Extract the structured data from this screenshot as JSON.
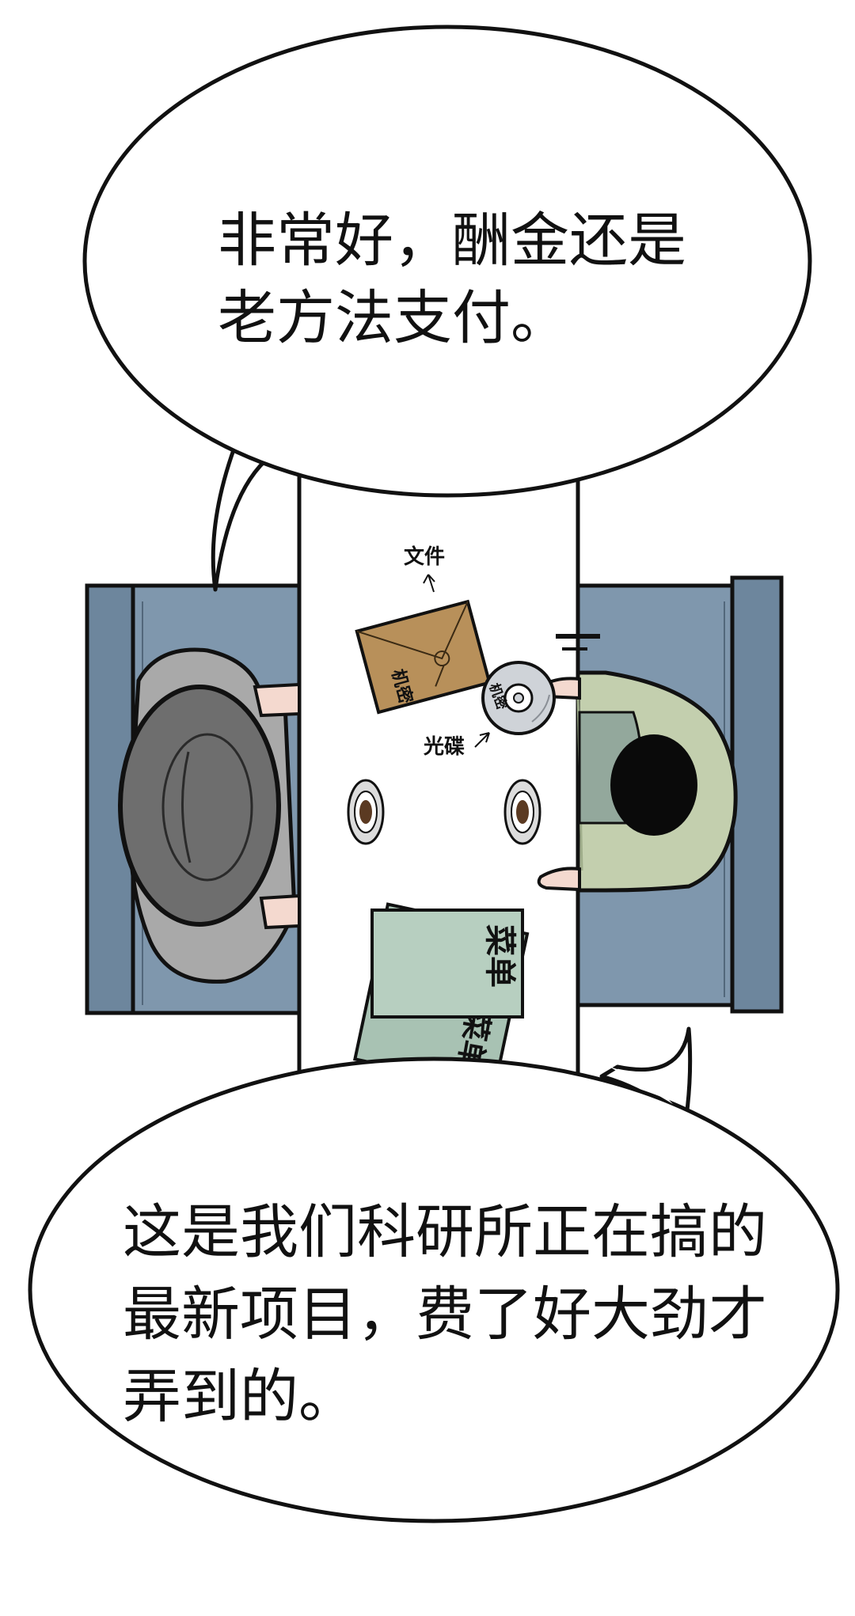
{
  "speech_top": {
    "line1": "非常好，酬金还是",
    "line2": "老方法支付。"
  },
  "speech_bottom": {
    "line1": "这是我们科研所正在搞的",
    "line2": "最新项目，费了好大劲才",
    "line3": "弄到的。"
  },
  "labels": {
    "document": "文件",
    "disc": "光碟",
    "secret": "机密",
    "menu": "菜单"
  },
  "colors": {
    "booth": "#7f97ad",
    "booth_dark": "#5f7890",
    "envelope": "#b8905a",
    "menu": "#b7cfc0",
    "hat": "#6e6e6e",
    "coat": "#a9a9a9",
    "sweater": "#c3cfae",
    "skin": "#f4d9cf",
    "hair": "#0a0a0a",
    "outline": "#111111"
  }
}
